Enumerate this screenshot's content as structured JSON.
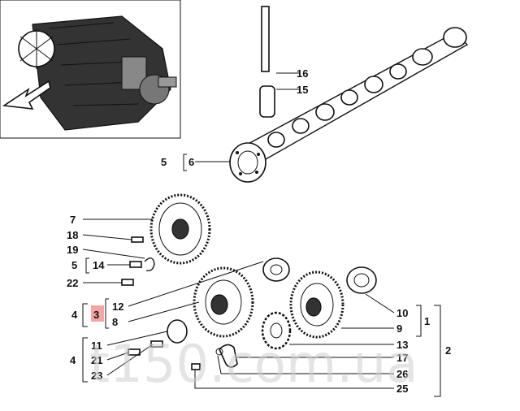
{
  "watermark": "t150.com.ua",
  "labels": {
    "l1": "1",
    "l2": "2",
    "l3": "3",
    "l4a": "4",
    "l4b": "4",
    "l5a": "5",
    "l5b": "5",
    "l6": "6",
    "l7": "7",
    "l8": "8",
    "l9": "9",
    "l10": "10",
    "l11": "11",
    "l12": "12",
    "l13": "13",
    "l14": "14",
    "l15": "15",
    "l16": "16",
    "l17": "17",
    "l18": "18",
    "l19": "19",
    "l21": "21",
    "l22": "22",
    "l23": "23",
    "l25": "25",
    "l26": "26"
  },
  "colors": {
    "highlight": "#f4a6a6",
    "line": "#111111"
  }
}
